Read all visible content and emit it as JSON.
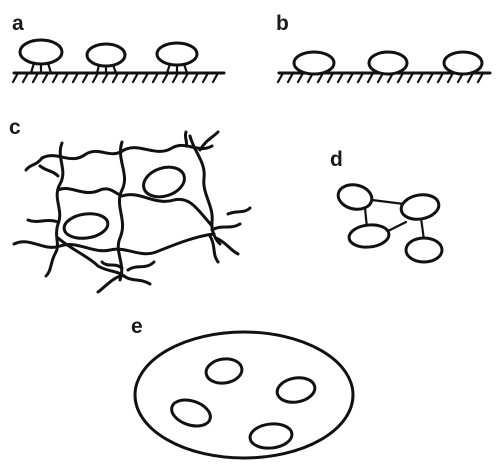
{
  "panels": {
    "a": {
      "label": "a"
    },
    "b": {
      "label": "b"
    },
    "c": {
      "label": "c"
    },
    "d": {
      "label": "d"
    },
    "e": {
      "label": "e"
    }
  },
  "colors": {
    "ink": "#111111",
    "background": "#ffffff"
  }
}
